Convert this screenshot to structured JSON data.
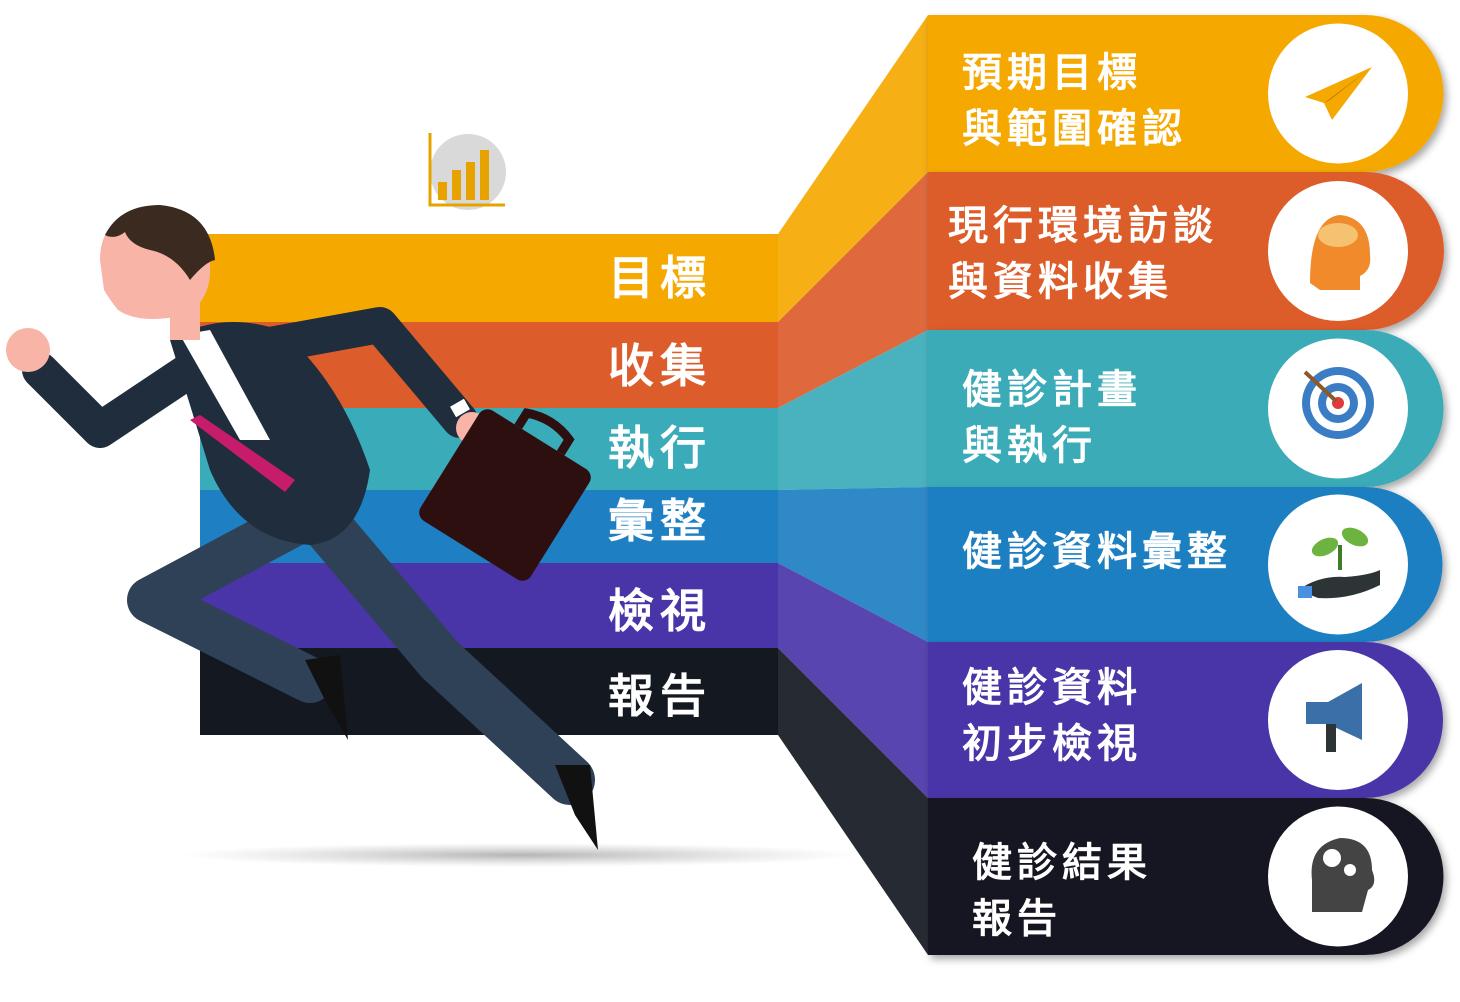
{
  "colors": {
    "yellow": "#F5A800",
    "orange": "#DC5C2C",
    "teal": "#3AABB8",
    "blue": "#1E7FC2",
    "purple": "#4A35A8",
    "black": "#141821"
  },
  "left_steps": [
    {
      "label": "目標",
      "color": "#F5A800"
    },
    {
      "label": "收集",
      "color": "#DC5C2C"
    },
    {
      "label": "執行",
      "color": "#3AABB8"
    },
    {
      "label": "彙整",
      "color": "#1E7FC2"
    },
    {
      "label": "檢視",
      "color": "#4A35A8"
    },
    {
      "label": "報告",
      "color": "#141821"
    }
  ],
  "right_steps": [
    {
      "line1": "預期目標",
      "line2": "與範圍確認",
      "icon": "paper-plane-icon",
      "color": "#F5A800"
    },
    {
      "line1": "現行環境訪談",
      "line2": "與資料收集",
      "icon": "brain-head-icon",
      "color": "#DC5C2C"
    },
    {
      "line1": "健診計畫",
      "line2": "與執行",
      "icon": "target-icon",
      "color": "#3AABB8"
    },
    {
      "line1": "健診資料彙整",
      "line2": "",
      "icon": "plant-hand-icon",
      "color": "#1E7FC2"
    },
    {
      "line1": "健診資料",
      "line2": "初步檢視",
      "icon": "megaphone-icon",
      "color": "#4A35A8"
    },
    {
      "line1": "健診結果",
      "line2": "報告",
      "icon": "gear-head-icon",
      "color": "#141821"
    }
  ],
  "decor": {
    "figure": "running-businessman",
    "chart_icon": "bar-chart-icon"
  }
}
